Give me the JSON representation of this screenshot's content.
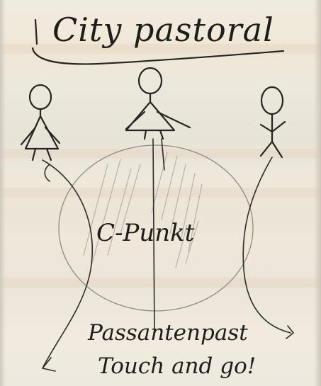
{
  "title": "City pastoral",
  "center_label": "C-Punkt",
  "bottom_lines": [
    "Passantenpast",
    "Touch and go!"
  ],
  "colors": {
    "paper": "#ece8dc",
    "ink": "#262420",
    "circle": "#8d8a84",
    "hatch": "#b6b2aa"
  }
}
